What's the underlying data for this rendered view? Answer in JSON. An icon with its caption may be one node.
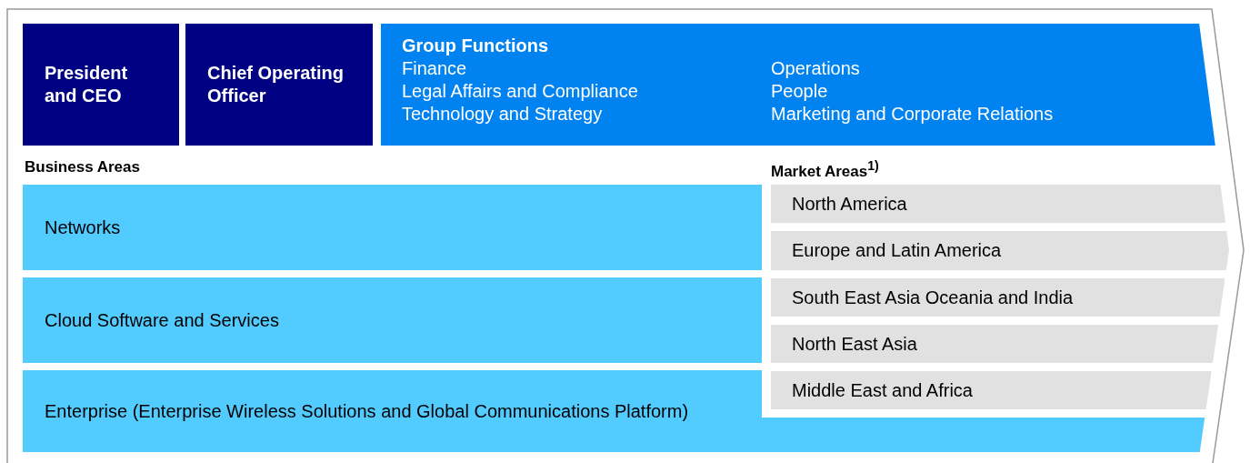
{
  "diagram": {
    "nodes": [
      {
        "text": [
          "President and CEO"
        ]
      },
      {
        "text": [
          "Chief Operating Officer"
        ]
      },
      {
        "text": [
          "Group Functions",
          "Finance",
          "Legal Affairs and Compliance",
          "Technology and Strategy",
          "Operations",
          "People",
          "Marketing and Corporate Relations"
        ]
      },
      {
        "text": [
          "Networks"
        ]
      },
      {
        "text": [
          "Cloud Software and Services"
        ]
      },
      {
        "text": [
          "Enterprise (Enterprise Wireless Solutions and Global Communications Platform)"
        ]
      },
      {
        "text": [
          "North America"
        ]
      },
      {
        "text": [
          "Europe and Latin America"
        ]
      },
      {
        "text": [
          "South East Asia Oceania and India"
        ]
      },
      {
        "text": [
          "North East Asia"
        ]
      },
      {
        "text": [
          "Middle East and Africa"
        ]
      },
      {
        "text": [],
        "shape": "bar"
      }
    ],
    "labels": [
      "Business Areas",
      "Market Areas$^{1)}$"
    ]
  }
}
